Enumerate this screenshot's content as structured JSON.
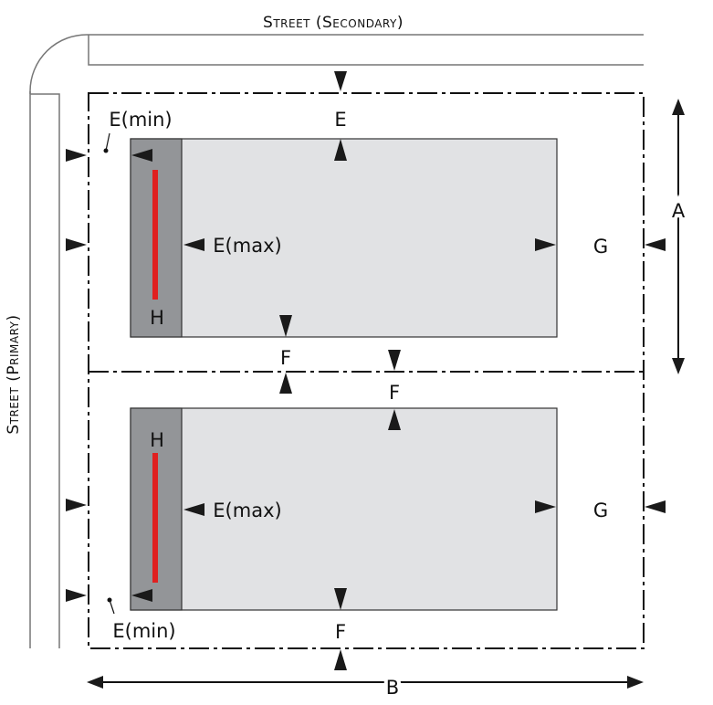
{
  "streets": {
    "secondary": "Street (Secondary)",
    "primary": "Street (Primary)"
  },
  "labels": {
    "a": "A",
    "b": "B",
    "e": "E",
    "e_min": "E(min)",
    "e_max": "E(max)",
    "f": "F",
    "g": "G",
    "h": "H"
  },
  "colors": {
    "building": "#e1e2e4",
    "frontage": "#939598",
    "red_line": "#e02020"
  }
}
